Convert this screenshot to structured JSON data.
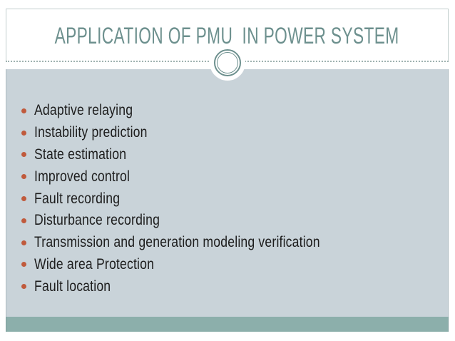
{
  "slide": {
    "title": "APPLICATION OF PMU  IN POWER SYSTEM",
    "bullets": [
      "Adaptive relaying",
      "Instability prediction",
      "State estimation",
      "Improved control",
      "Fault recording",
      "Disturbance recording",
      "Transmission and generation modeling verification",
      "Wide area Protection",
      "Fault location"
    ],
    "colors": {
      "title_color": "#6d908e",
      "body_text_color": "#1d1d1d",
      "bullet_color": "#c05a3c",
      "content_bg": "#c9d3d9",
      "footer_band": "#8cafab",
      "frame_border": "#c2cecd",
      "dotted_line": "#9fb2b0",
      "ring_color": "#6d908e"
    }
  }
}
